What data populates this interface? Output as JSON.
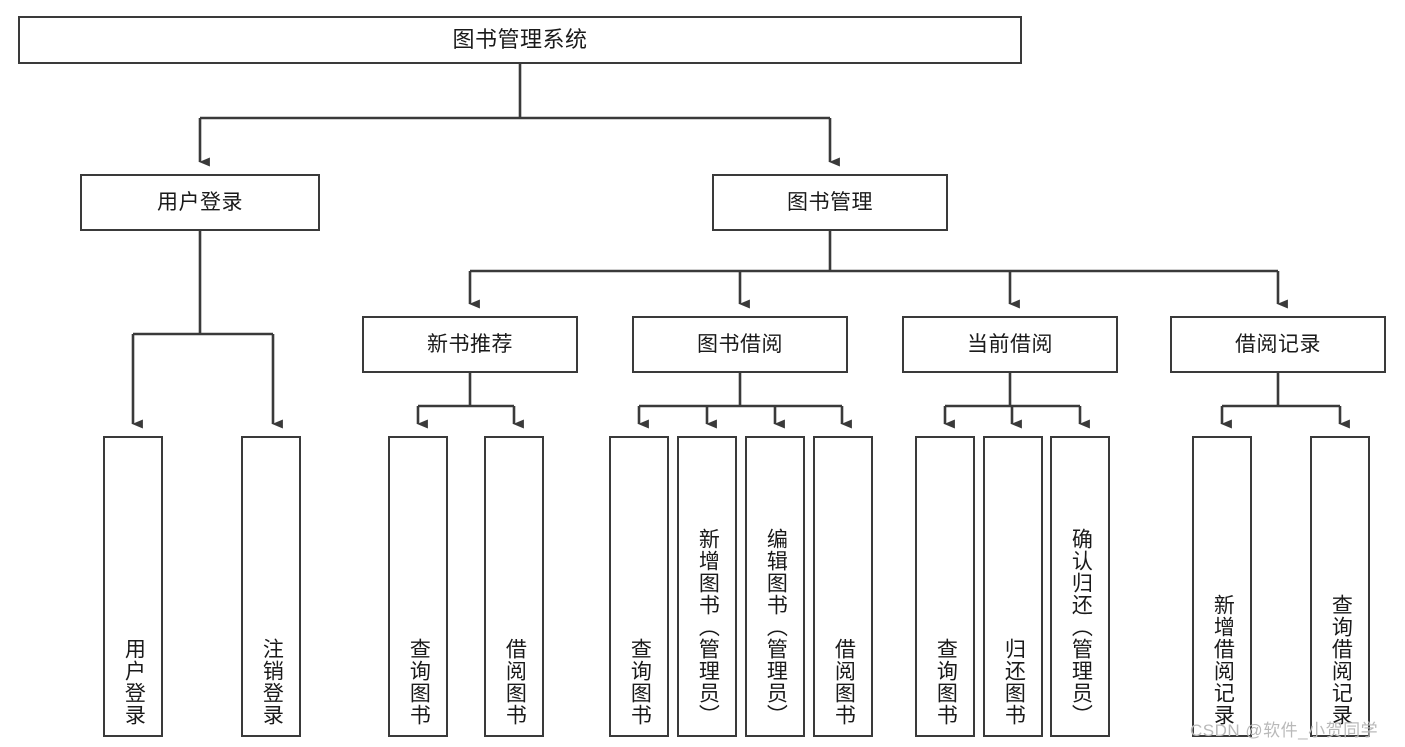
{
  "diagram": {
    "type": "tree",
    "title": "图书管理系统",
    "orientation": "top-down",
    "colors": {
      "box_border": "#3a3a3a",
      "box_fill": "#ffffff",
      "connector": "#3a3a3a",
      "text": "#1a1a1a",
      "watermark": "#b9b9b9",
      "background": "#ffffff"
    },
    "root": {
      "label": "图书管理系统"
    },
    "level2": [
      {
        "label": "用户登录"
      },
      {
        "label": "图书管理"
      }
    ],
    "level3": [
      {
        "label": "新书推荐"
      },
      {
        "label": "图书借阅"
      },
      {
        "label": "当前借阅"
      },
      {
        "label": "借阅记录"
      }
    ],
    "leaves": {
      "user_login": [
        {
          "label": "用户登录"
        },
        {
          "label": "注销登录"
        }
      ],
      "new_book": [
        {
          "label": "查询图书"
        },
        {
          "label": "借阅图书"
        }
      ],
      "book_borrow": [
        {
          "label": "查询图书"
        },
        {
          "label": "新增图书（管理员）"
        },
        {
          "label": "编辑图书（管理员）"
        },
        {
          "label": "借阅图书"
        }
      ],
      "current_borrow": [
        {
          "label": "查询图书"
        },
        {
          "label": "归还图书"
        },
        {
          "label": "确认归还（管理员）"
        }
      ],
      "borrow_record": [
        {
          "label": "新增借阅记录"
        },
        {
          "label": "查询借阅记录"
        }
      ]
    }
  },
  "watermark": {
    "text": "CSDN @软件_小贺同学"
  }
}
